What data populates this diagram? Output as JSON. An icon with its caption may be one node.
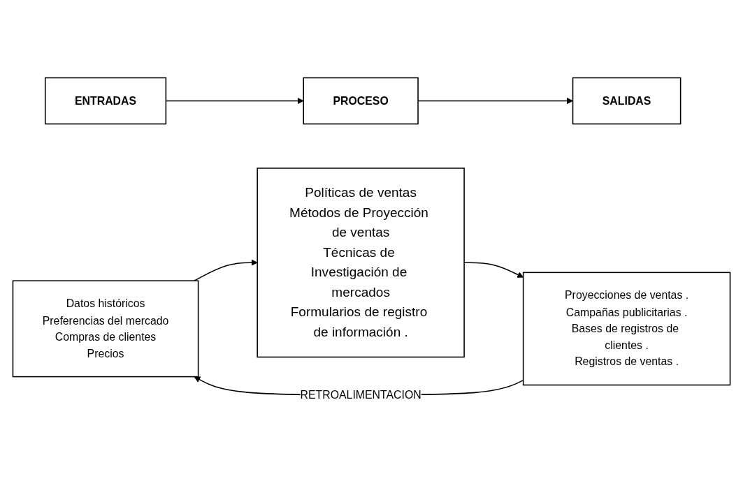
{
  "diagram": {
    "nodes": [
      {
        "text": [
          "ENTRADAS"
        ]
      },
      {
        "text": [
          "PROCESO"
        ]
      },
      {
        "text": [
          "SALIDAS"
        ]
      },
      {
        "text": [
          "Datos históricos",
          "Preferencias del mercado",
          "Compras de clientes",
          "Precios"
        ]
      },
      {
        "text": [
          "Políticas de ventas",
          "Métodos de Proyección de ventas",
          "Técnicas de Investigación de mercados",
          "Formularios de registro de información ."
        ]
      },
      {
        "text": [
          "Proyecciones de ventas .",
          "Campañas publicitarias .",
          "Bases de registros de clientes .",
          "Registros de ventas ."
        ]
      }
    ],
    "edges": [
      {
        "from": 0,
        "to": 1,
        "arrow": "to"
      },
      {
        "from": 1,
        "to": 2,
        "arrow": "to"
      },
      {
        "from": 3,
        "to": 4,
        "arrow": "to"
      },
      {
        "from": 4,
        "to": 5,
        "arrow": "to"
      },
      {
        "from": 5,
        "to": 3,
        "arrow": "to",
        "label": "RETROALIMENTACION"
      }
    ]
  }
}
